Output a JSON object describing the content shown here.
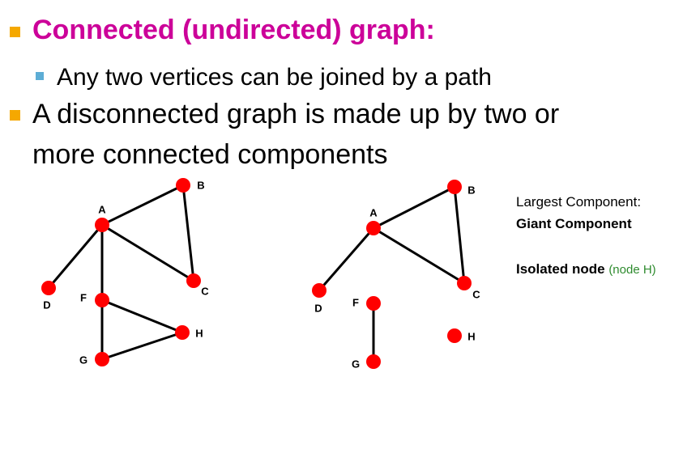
{
  "colors": {
    "bullet_orange": "#F5A800",
    "bullet_blue": "#5DADD5",
    "title_magenta": "#CC0099",
    "node_red": "#FF0000",
    "edge": "#000000",
    "note_green": "#2E8B2E"
  },
  "bullets": {
    "b1": "Connected (undirected) graph:",
    "b2": "Any two vertices can be joined by a path",
    "b3_line1": "A disconnected graph is made up by two or",
    "b3_line2": "more connected components"
  },
  "left_graph": {
    "nodes": [
      {
        "id": "A",
        "label": "A"
      },
      {
        "id": "B",
        "label": "B"
      },
      {
        "id": "C",
        "label": "C"
      },
      {
        "id": "D",
        "label": "D"
      },
      {
        "id": "F",
        "label": "F"
      },
      {
        "id": "G",
        "label": "G"
      },
      {
        "id": "H",
        "label": "H"
      }
    ],
    "edges": [
      [
        "A",
        "B"
      ],
      [
        "A",
        "C"
      ],
      [
        "B",
        "C"
      ],
      [
        "A",
        "D"
      ],
      [
        "A",
        "F"
      ],
      [
        "F",
        "G"
      ],
      [
        "F",
        "H"
      ],
      [
        "G",
        "H"
      ]
    ]
  },
  "right_graph": {
    "nodes": [
      {
        "id": "A",
        "label": "A"
      },
      {
        "id": "B",
        "label": "B"
      },
      {
        "id": "C",
        "label": "C"
      },
      {
        "id": "D",
        "label": "D"
      },
      {
        "id": "F",
        "label": "F"
      },
      {
        "id": "G",
        "label": "G"
      },
      {
        "id": "H",
        "label": "H"
      }
    ],
    "edges": [
      [
        "A",
        "B"
      ],
      [
        "A",
        "C"
      ],
      [
        "B",
        "C"
      ],
      [
        "A",
        "D"
      ],
      [
        "F",
        "G"
      ]
    ]
  },
  "side_text": {
    "line1": "Largest Component:",
    "line2": "Giant Component",
    "line3_bold": "Isolated node",
    "line3_note": "(node H)"
  }
}
